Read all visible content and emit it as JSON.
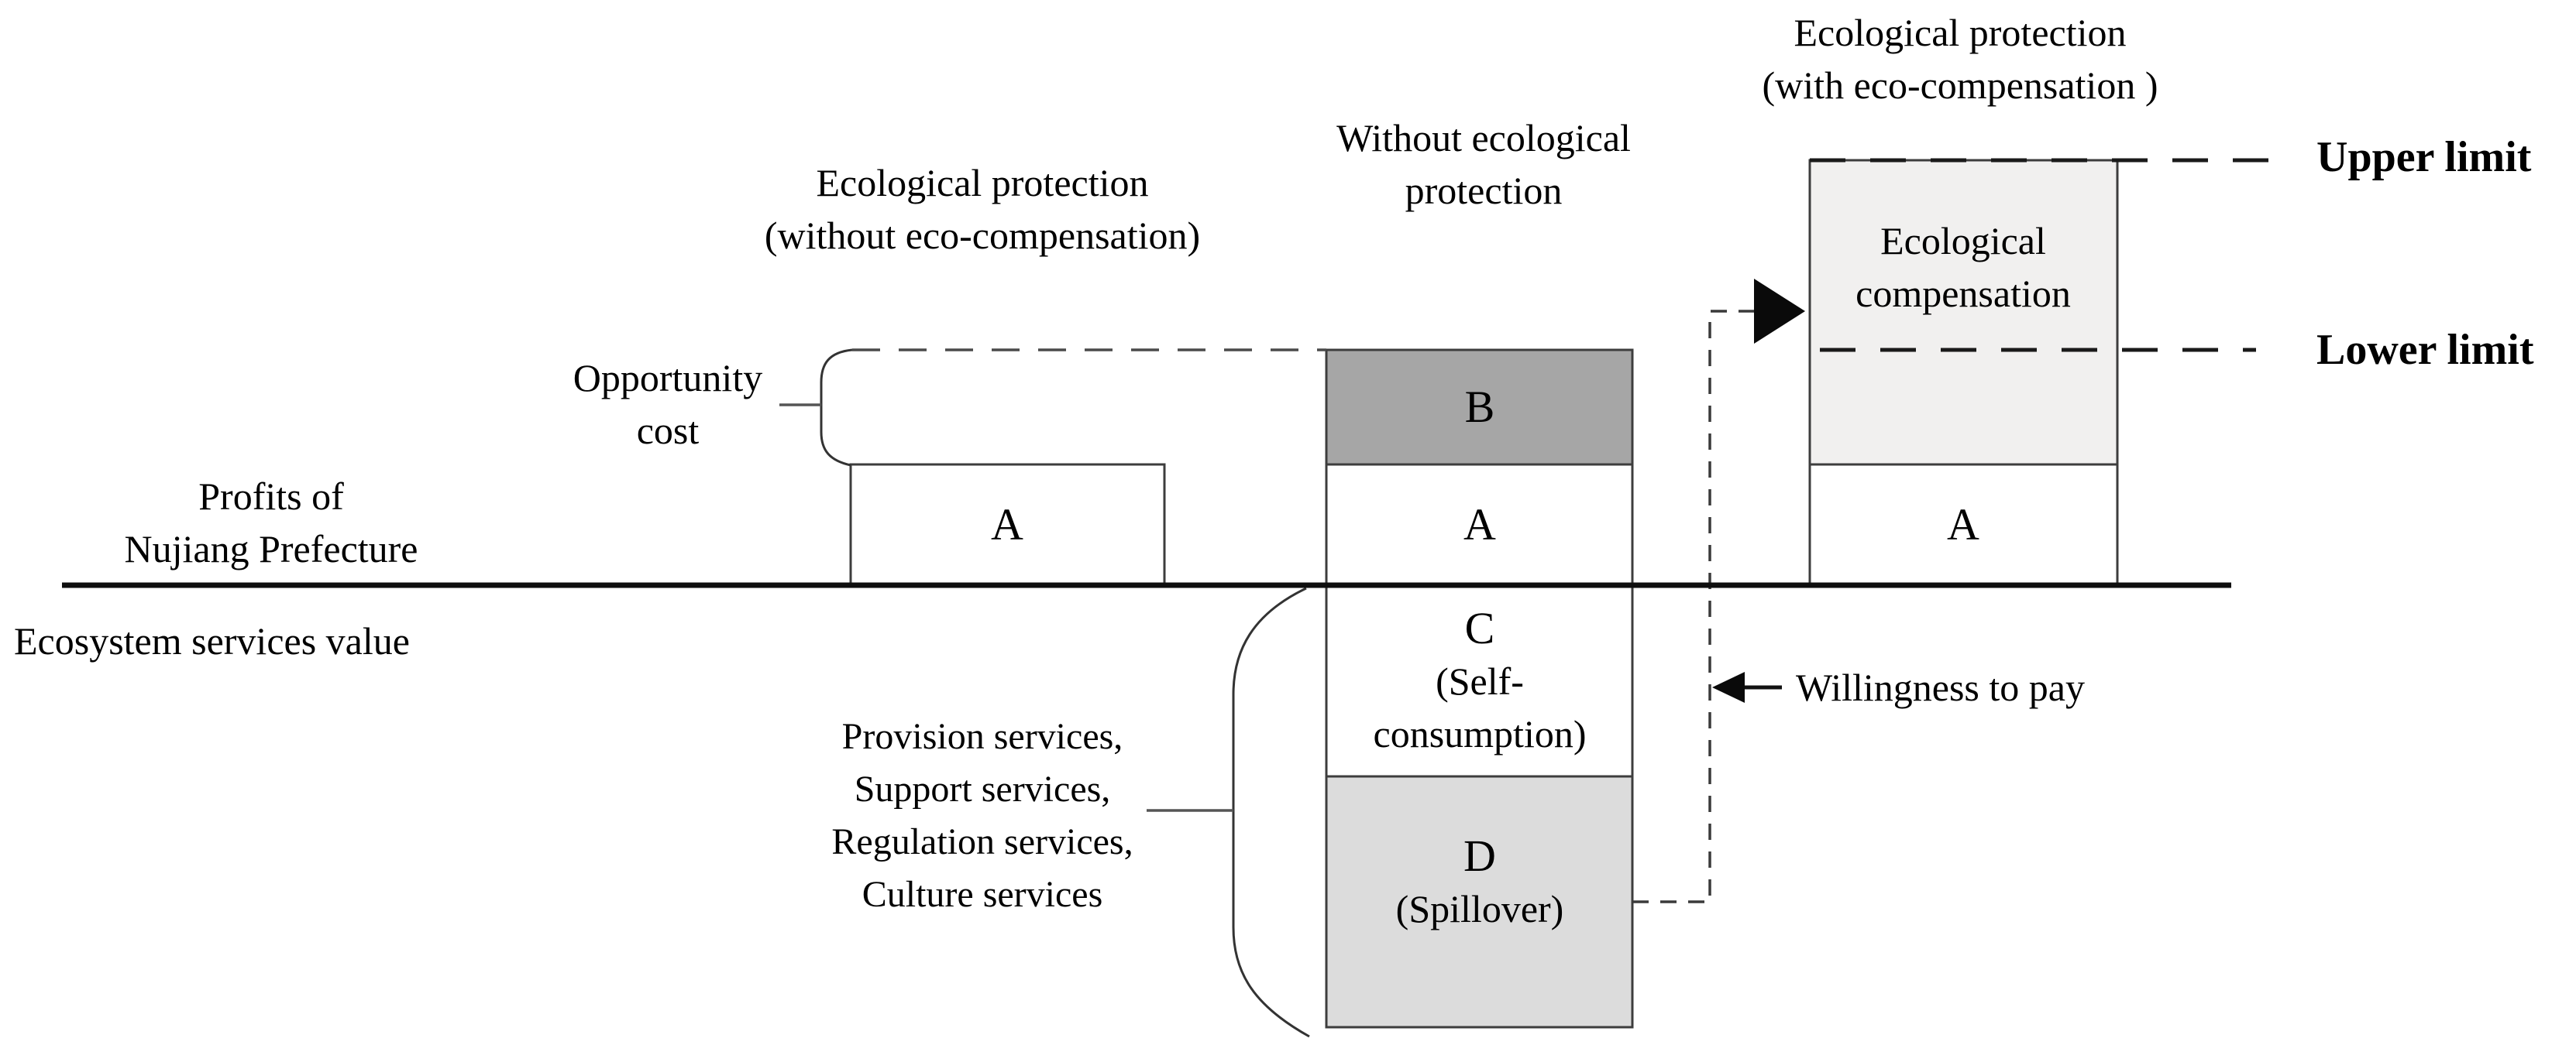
{
  "scenarios": {
    "left": {
      "title": [
        "Ecological protection",
        "(without eco-compensation)"
      ],
      "box_label": "A"
    },
    "middle": {
      "title": [
        "Without ecological",
        "protection"
      ],
      "b_label": "B",
      "a_label": "A",
      "c_lines": [
        "C",
        "(Self-",
        "consumption)"
      ],
      "d_lines": [
        "D",
        "(Spillover)"
      ]
    },
    "right": {
      "title": [
        "Ecological protection",
        "(with eco-compensation )"
      ],
      "comp_lines": [
        "Ecological",
        "compensation"
      ],
      "box_label": "A"
    }
  },
  "labels": {
    "upper_limit": "Upper limit",
    "lower_limit": "Lower limit",
    "opportunity": [
      "Opportunity",
      "cost"
    ],
    "profits": [
      "Profits of",
      "Nujiang Prefecture"
    ],
    "ecosystem": "Ecosystem services value",
    "willingness": "Willingness to pay",
    "services": [
      "Provision services,",
      "Support services,",
      "Regulation services,",
      "Culture services"
    ]
  },
  "colors": {
    "white_fill": "#ffffff",
    "b_fill": "#a6a6a6",
    "d_fill": "#dcdcdc",
    "comp_fill": "#f1f0ef",
    "axis": "#0f0f0f",
    "arrow": "#0a0a0a"
  }
}
